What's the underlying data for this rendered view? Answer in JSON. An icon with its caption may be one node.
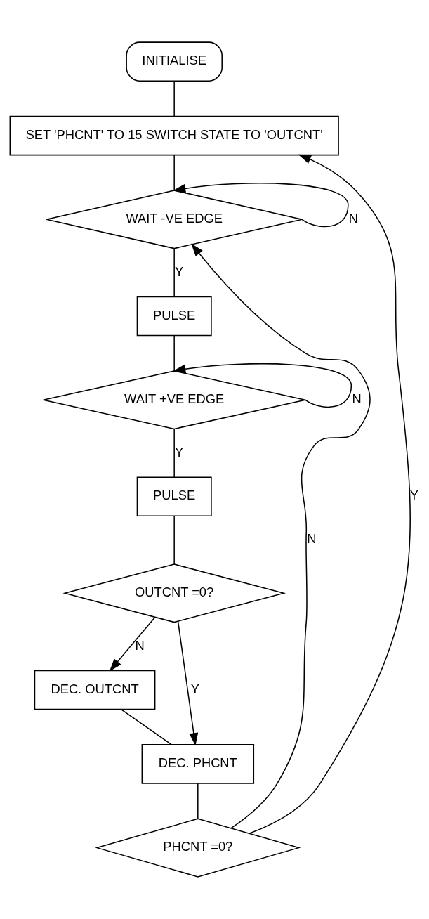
{
  "diagram": {
    "nodes": [
      {
        "text": [
          "INITIALISE"
        ]
      },
      {
        "text": [
          "SET 'PHCNT' TO 15 SWITCH STATE TO 'OUTCNT'"
        ]
      },
      {
        "text": [
          "WAIT -VE EDGE"
        ]
      },
      {
        "text": [
          "PULSE"
        ]
      },
      {
        "text": [
          "WAIT +VE EDGE"
        ]
      },
      {
        "text": [
          "PULSE"
        ]
      },
      {
        "text": [
          "OUTCNT =0?"
        ]
      },
      {
        "text": [
          "DEC. OUTCNT"
        ]
      },
      {
        "text": [
          "DEC. PHCNT"
        ]
      },
      {
        "text": [
          "PHCNT =0?"
        ]
      }
    ],
    "edges": [
      {
        "from": 0,
        "to": 1,
        "arrow": "none"
      },
      {
        "from": 1,
        "to": 2,
        "arrow": "none"
      },
      {
        "from": 2,
        "to": 2,
        "label": "N",
        "arrow": "to"
      },
      {
        "from": 2,
        "to": 3,
        "label": "Y",
        "arrow": "none"
      },
      {
        "from": 3,
        "to": 4,
        "arrow": "none"
      },
      {
        "from": 4,
        "to": 4,
        "label": "N",
        "arrow": "to"
      },
      {
        "from": 4,
        "to": 5,
        "label": "Y",
        "arrow": "none"
      },
      {
        "from": 5,
        "to": 6,
        "arrow": "none"
      },
      {
        "from": 6,
        "to": 8,
        "label": "Y",
        "arrow": "to"
      },
      {
        "from": 6,
        "to": 7,
        "label": "N",
        "arrow": "to"
      },
      {
        "from": 7,
        "to": 8,
        "arrow": "none"
      },
      {
        "from": 8,
        "to": 9,
        "arrow": "none"
      },
      {
        "from": 9,
        "to": 1,
        "label": "Y",
        "arrow": "to"
      },
      {
        "from": 9,
        "to": 2,
        "label": "N",
        "arrow": "to"
      }
    ]
  }
}
